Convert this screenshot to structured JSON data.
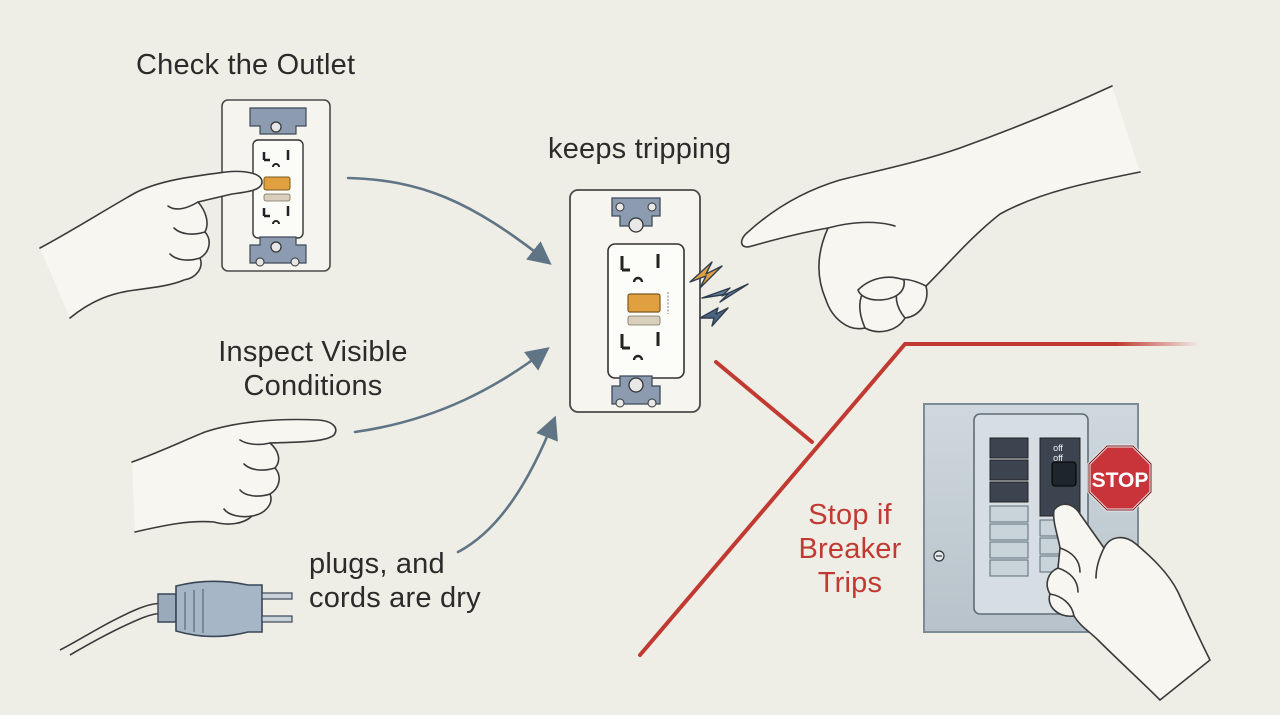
{
  "labels": {
    "check_outlet": "Check the Outlet",
    "keeps_tripping": "keeps tripping",
    "inspect_line1": "Inspect Visible",
    "inspect_line2": "Conditions",
    "plugs_line1": "plugs, and",
    "plugs_line2": "cords are dry",
    "stop_line1": "Stop if",
    "stop_line2": "Breaker",
    "stop_line3": "Trips"
  },
  "panel": {
    "switch_text_1": "off",
    "switch_text_2": "off",
    "stop_sign": "STOP"
  },
  "colors": {
    "background": "#efeee6",
    "arrow": "#5f7585",
    "red_line": "#c13a32",
    "test_button": "#e0a040",
    "stop_sign": "#c8343a"
  }
}
